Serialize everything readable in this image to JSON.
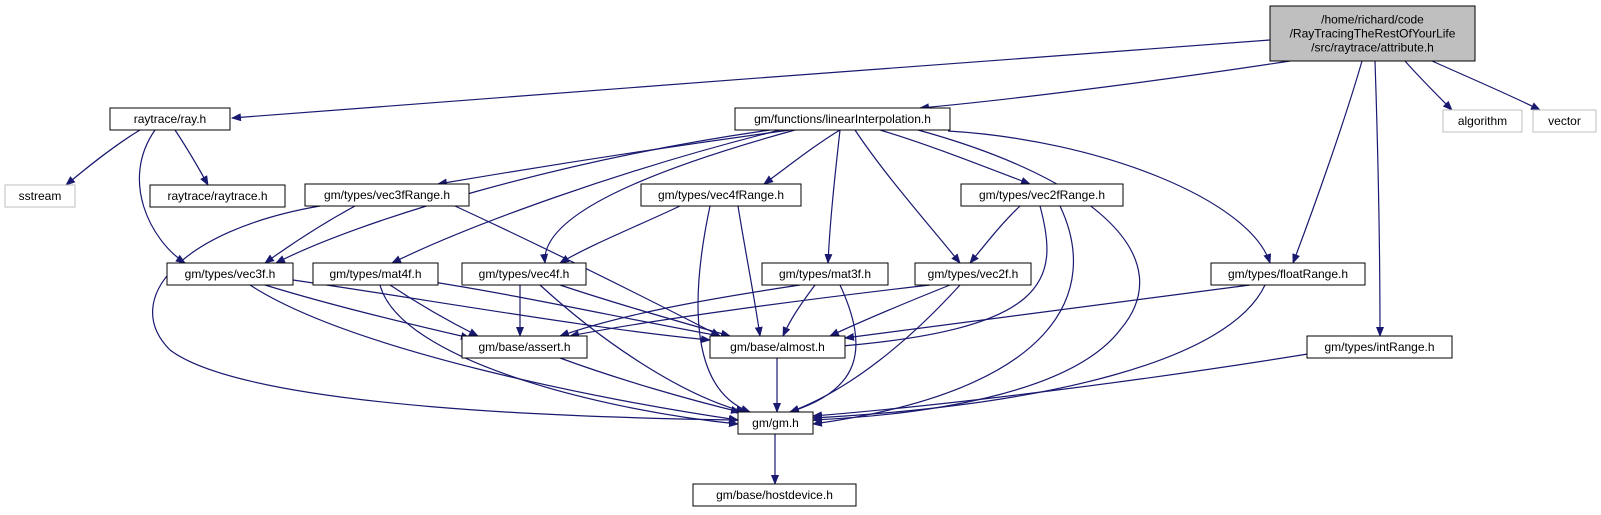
{
  "diagram": {
    "nodes": [
      {
        "id": "attribute",
        "kind": "root",
        "lines": [
          "/home/richard/code",
          "/RayTracingTheRestOfYourLife",
          "/src/raytrace/attribute.h"
        ]
      },
      {
        "id": "ray",
        "kind": "file",
        "lines": [
          "raytrace/ray.h"
        ]
      },
      {
        "id": "linearInterp",
        "kind": "file",
        "lines": [
          "gm/functions/linearInterpolation.h"
        ]
      },
      {
        "id": "algorithm",
        "kind": "external",
        "lines": [
          "algorithm"
        ]
      },
      {
        "id": "vector",
        "kind": "external",
        "lines": [
          "vector"
        ]
      },
      {
        "id": "sstream",
        "kind": "external",
        "lines": [
          "sstream"
        ]
      },
      {
        "id": "raytraceh",
        "kind": "file",
        "lines": [
          "raytrace/raytrace.h"
        ]
      },
      {
        "id": "vec3fRange",
        "kind": "file",
        "lines": [
          "gm/types/vec3fRange.h"
        ]
      },
      {
        "id": "vec4fRange",
        "kind": "file",
        "lines": [
          "gm/types/vec4fRange.h"
        ]
      },
      {
        "id": "vec2fRange",
        "kind": "file",
        "lines": [
          "gm/types/vec2fRange.h"
        ]
      },
      {
        "id": "vec3f",
        "kind": "file",
        "lines": [
          "gm/types/vec3f.h"
        ]
      },
      {
        "id": "mat4f",
        "kind": "file",
        "lines": [
          "gm/types/mat4f.h"
        ]
      },
      {
        "id": "vec4f",
        "kind": "file",
        "lines": [
          "gm/types/vec4f.h"
        ]
      },
      {
        "id": "mat3f",
        "kind": "file",
        "lines": [
          "gm/types/mat3f.h"
        ]
      },
      {
        "id": "vec2f",
        "kind": "file",
        "lines": [
          "gm/types/vec2f.h"
        ]
      },
      {
        "id": "floatRange",
        "kind": "file",
        "lines": [
          "gm/types/floatRange.h"
        ]
      },
      {
        "id": "assert",
        "kind": "file",
        "lines": [
          "gm/base/assert.h"
        ]
      },
      {
        "id": "almost",
        "kind": "file",
        "lines": [
          "gm/base/almost.h"
        ]
      },
      {
        "id": "intRange",
        "kind": "file",
        "lines": [
          "gm/types/intRange.h"
        ]
      },
      {
        "id": "gm",
        "kind": "file",
        "lines": [
          "gm/gm.h"
        ]
      },
      {
        "id": "hostdevice",
        "kind": "file",
        "lines": [
          "gm/base/hostdevice.h"
        ]
      }
    ],
    "edges": [
      [
        "attribute",
        "ray"
      ],
      [
        "attribute",
        "linearInterp"
      ],
      [
        "attribute",
        "algorithm"
      ],
      [
        "attribute",
        "vector"
      ],
      [
        "attribute",
        "floatRange"
      ],
      [
        "attribute",
        "intRange"
      ],
      [
        "ray",
        "sstream"
      ],
      [
        "ray",
        "raytraceh"
      ],
      [
        "ray",
        "vec3f"
      ],
      [
        "linearInterp",
        "vec3fRange"
      ],
      [
        "linearInterp",
        "vec4fRange"
      ],
      [
        "linearInterp",
        "vec2fRange"
      ],
      [
        "linearInterp",
        "vec3f"
      ],
      [
        "linearInterp",
        "mat4f"
      ],
      [
        "linearInterp",
        "vec4f"
      ],
      [
        "linearInterp",
        "mat3f"
      ],
      [
        "linearInterp",
        "vec2f"
      ],
      [
        "linearInterp",
        "floatRange"
      ],
      [
        "linearInterp",
        "gm"
      ],
      [
        "vec3fRange",
        "vec3f"
      ],
      [
        "vec3fRange",
        "almost"
      ],
      [
        "vec3fRange",
        "gm"
      ],
      [
        "vec4fRange",
        "vec4f"
      ],
      [
        "vec4fRange",
        "almost"
      ],
      [
        "vec4fRange",
        "gm"
      ],
      [
        "vec2fRange",
        "vec2f"
      ],
      [
        "vec2fRange",
        "almost"
      ],
      [
        "vec2fRange",
        "gm"
      ],
      [
        "vec3f",
        "assert"
      ],
      [
        "vec3f",
        "almost"
      ],
      [
        "vec3f",
        "gm"
      ],
      [
        "mat4f",
        "assert"
      ],
      [
        "mat4f",
        "almost"
      ],
      [
        "mat4f",
        "gm"
      ],
      [
        "vec4f",
        "assert"
      ],
      [
        "vec4f",
        "almost"
      ],
      [
        "vec4f",
        "gm"
      ],
      [
        "mat3f",
        "assert"
      ],
      [
        "mat3f",
        "almost"
      ],
      [
        "mat3f",
        "gm"
      ],
      [
        "vec2f",
        "assert"
      ],
      [
        "vec2f",
        "almost"
      ],
      [
        "vec2f",
        "gm"
      ],
      [
        "floatRange",
        "almost"
      ],
      [
        "floatRange",
        "gm"
      ],
      [
        "assert",
        "gm"
      ],
      [
        "almost",
        "gm"
      ],
      [
        "intRange",
        "gm"
      ],
      [
        "gm",
        "hostdevice"
      ]
    ],
    "colors": {
      "edge": "#191970",
      "root_fill": "#bfbfbf",
      "node_border": "#000000",
      "external_border": "#bfbfbf",
      "text": "#000000"
    }
  }
}
